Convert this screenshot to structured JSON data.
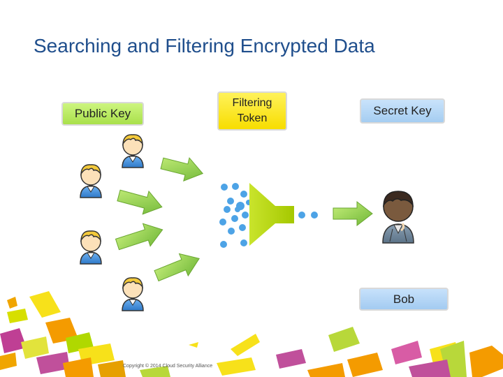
{
  "slide": {
    "title": "Searching and Filtering Encrypted Data",
    "copyright": "Copyright © 2014 Cloud Security Alliance"
  },
  "labels": {
    "public_key": "Public Key",
    "filtering_token": "Filtering\nToken",
    "secret_key": "Secret Key",
    "bob": "Bob"
  },
  "colors": {
    "title": "#1f4e8c",
    "public_key_box": "#b9e85f",
    "filtering_token_box": "#f9e41c",
    "secret_key_box": "#b4d6f5",
    "bob_box": "#b2d4f4",
    "arrow": "#7cc142",
    "funnel": "#b7d800",
    "data_dot": "#4da3e6"
  },
  "icons": {
    "sender": "person-icon",
    "receiver": "dark-haired-person-icon",
    "filter": "funnel-icon"
  }
}
